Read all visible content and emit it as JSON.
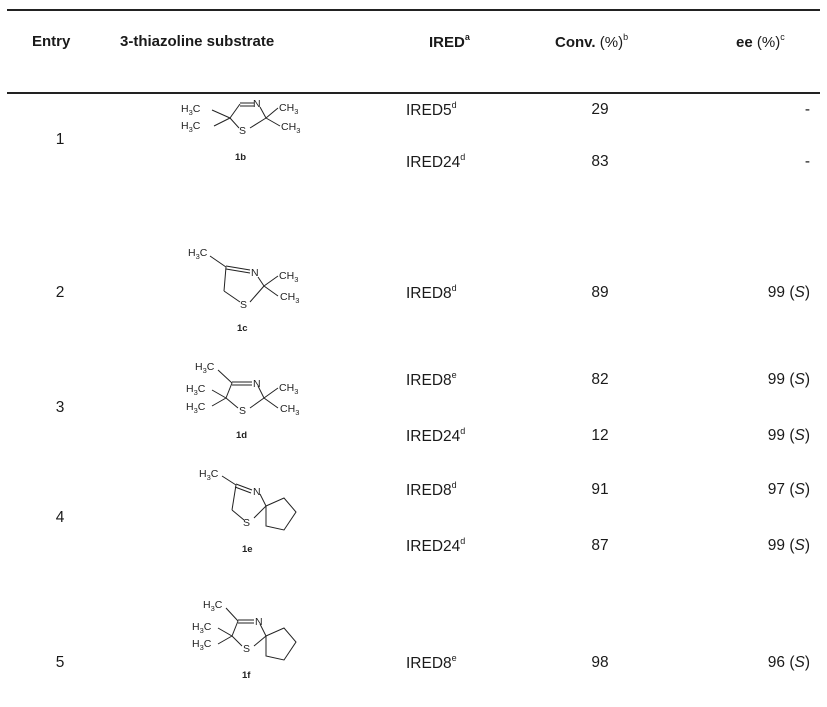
{
  "table": {
    "headers": {
      "entry": "Entry",
      "substrate": "3-thiazoline substrate",
      "ired": "IRED",
      "ired_sup": "a",
      "conv": "Conv.",
      "conv_unit": "(%)",
      "conv_sup": "b",
      "ee": "ee",
      "ee_unit": "(%)",
      "ee_sup": "c"
    },
    "rows": [
      {
        "entry": "1",
        "compound": "1b",
        "ired": "IRED5",
        "sup": "d",
        "conv": "29",
        "ee": "-",
        "config": ""
      },
      {
        "entry": "",
        "compound": "",
        "ired": "IRED24",
        "sup": "d",
        "conv": "83",
        "ee": "-",
        "config": ""
      },
      {
        "entry": "2",
        "compound": "1c",
        "ired": "IRED8",
        "sup": "d",
        "conv": "89",
        "ee": "99",
        "config": "S"
      },
      {
        "entry": "3",
        "compound": "1d",
        "ired": "IRED8",
        "sup": "e",
        "conv": "82",
        "ee": "99",
        "config": "S"
      },
      {
        "entry": "",
        "compound": "",
        "ired": "IRED24",
        "sup": "d",
        "conv": "12",
        "ee": "99",
        "config": "S"
      },
      {
        "entry": "4",
        "compound": "1e",
        "ired": "IRED8",
        "sup": "d",
        "conv": "91",
        "ee": "97",
        "config": "S"
      },
      {
        "entry": "",
        "compound": "",
        "ired": "IRED24",
        "sup": "d",
        "conv": "87",
        "ee": "99",
        "config": "S"
      },
      {
        "entry": "5",
        "compound": "1f",
        "ired": "IRED8",
        "sup": "e",
        "conv": "98",
        "ee": "96",
        "config": "S"
      }
    ],
    "atoms": {
      "carbon": "C",
      "hydrogen": "H",
      "nitrogen": "N",
      "sulfur": "S",
      "three": "3"
    }
  }
}
